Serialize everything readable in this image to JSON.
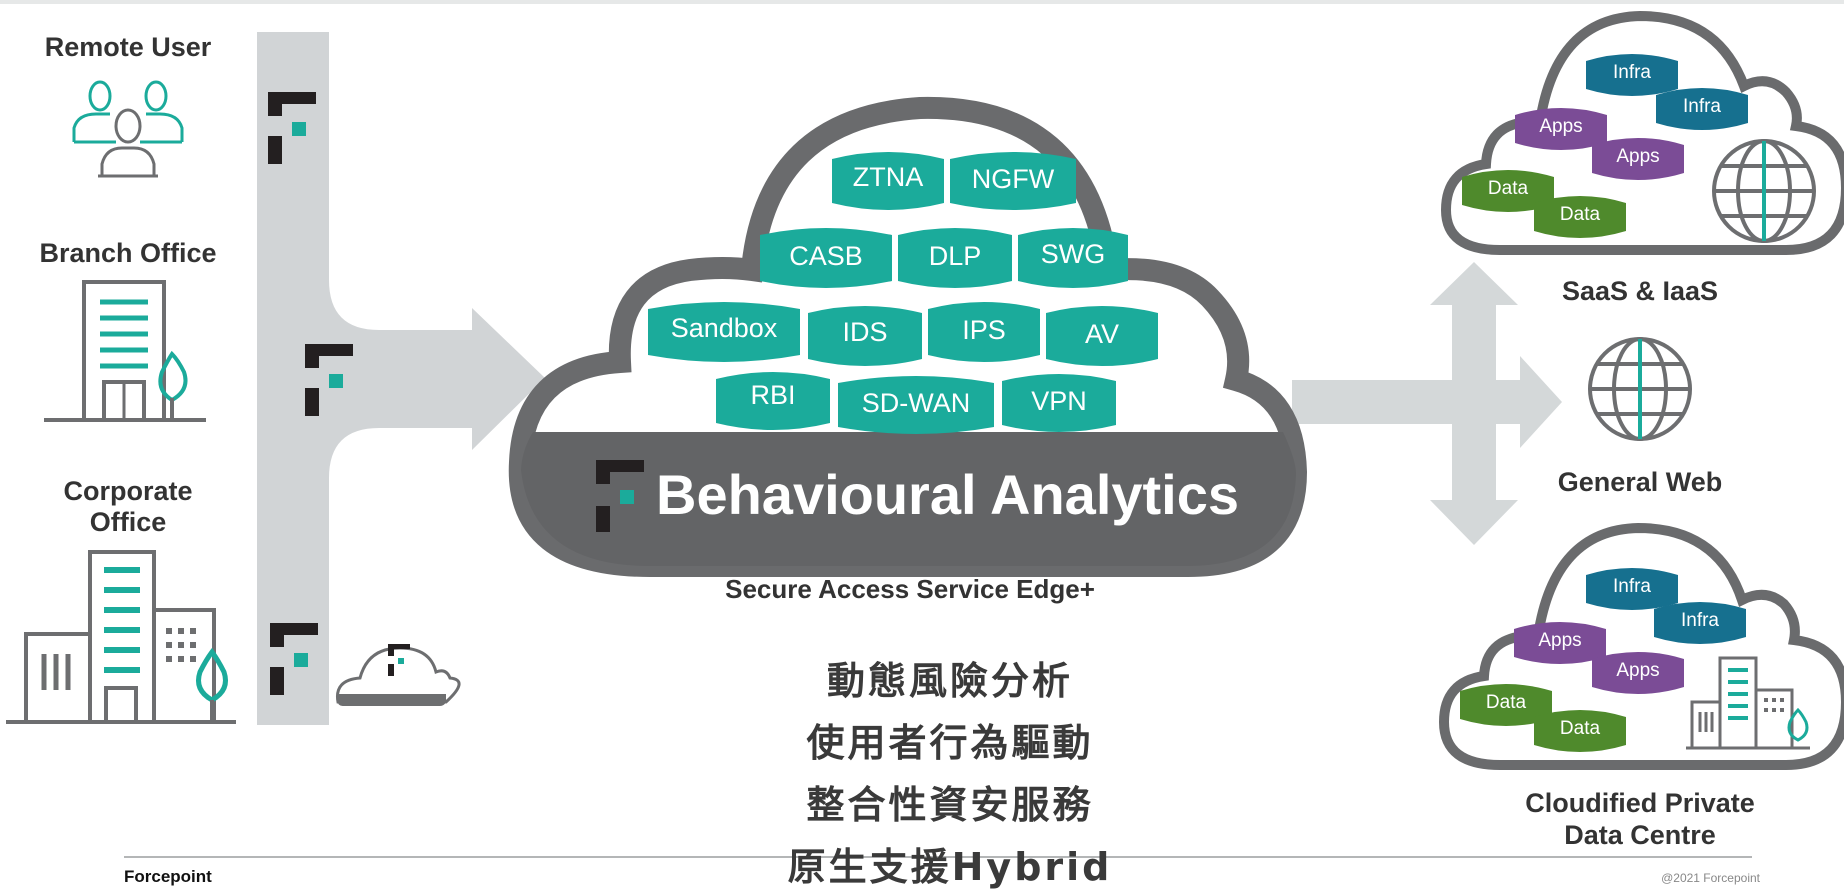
{
  "colors": {
    "teal": "#1bab9b",
    "gray_cloud": "#636466",
    "light_gray": "#cfd3d4",
    "road_gray": "#d1d4d6",
    "infra_blue": "#16708f",
    "apps_purple": "#7b4c96",
    "data_green": "#4f8a2c",
    "dark_icon": "#231f20"
  },
  "left": {
    "remote_user": "Remote User",
    "branch_office": "Branch Office",
    "corporate_office_1": "Corporate",
    "corporate_office_2": "Office"
  },
  "center": {
    "services": [
      "ZTNA",
      "NGFW",
      "CASB",
      "DLP",
      "SWG",
      "Sandbox",
      "IDS",
      "IPS",
      "AV",
      "RBI",
      "SD-WAN",
      "VPN"
    ],
    "cloud_title": "Behavioural Analytics",
    "subtitle": "Secure Access Service Edge+"
  },
  "right": {
    "saas_title": "SaaS & IaaS",
    "web_title": "General Web",
    "private_title_1": "Cloudified Private",
    "private_title_2": "Data Centre",
    "saas_tiles": [
      "Infra",
      "Infra",
      "Apps",
      "Apps",
      "Data",
      "Data"
    ],
    "private_tiles": [
      "Infra",
      "Infra",
      "Apps",
      "Apps",
      "Data",
      "Data"
    ]
  },
  "features": [
    "動態風險分析",
    "使用者行為驅動",
    "整合性資安服務",
    "原生支援Hybrid"
  ],
  "footer": {
    "brand": "Forcepoint",
    "page_number": "@2021 Forcepoint"
  }
}
